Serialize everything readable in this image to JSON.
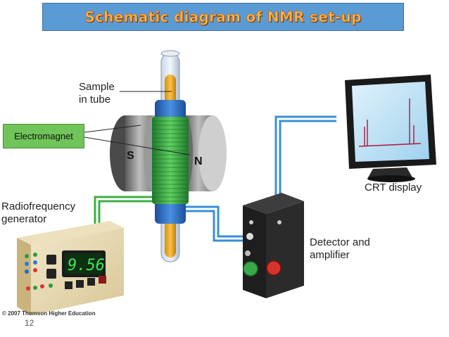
{
  "title": "Schematic diagram of NMR set-up",
  "labels": {
    "sample_line1": "Sample",
    "sample_line2": "in tube",
    "electromagnet": "Electromagnet",
    "pole_s": "S",
    "pole_n": "N",
    "rf_line1": "Radiofrequency",
    "rf_line2": "generator",
    "display_value": "9.56",
    "detector_line1": "Detector and",
    "detector_line2": "amplifier",
    "crt": "CRT display"
  },
  "copyright": "© 2007 Thomson Higher Education",
  "slide_number": "12",
  "colors": {
    "title_bg": "#5b9bd5",
    "title_text": "#f6b24a",
    "coil": "#3cb043",
    "electromagnet_label_bg": "#70c45a",
    "cable": "#3a8fd6",
    "rf_cable": "#3cb043"
  }
}
